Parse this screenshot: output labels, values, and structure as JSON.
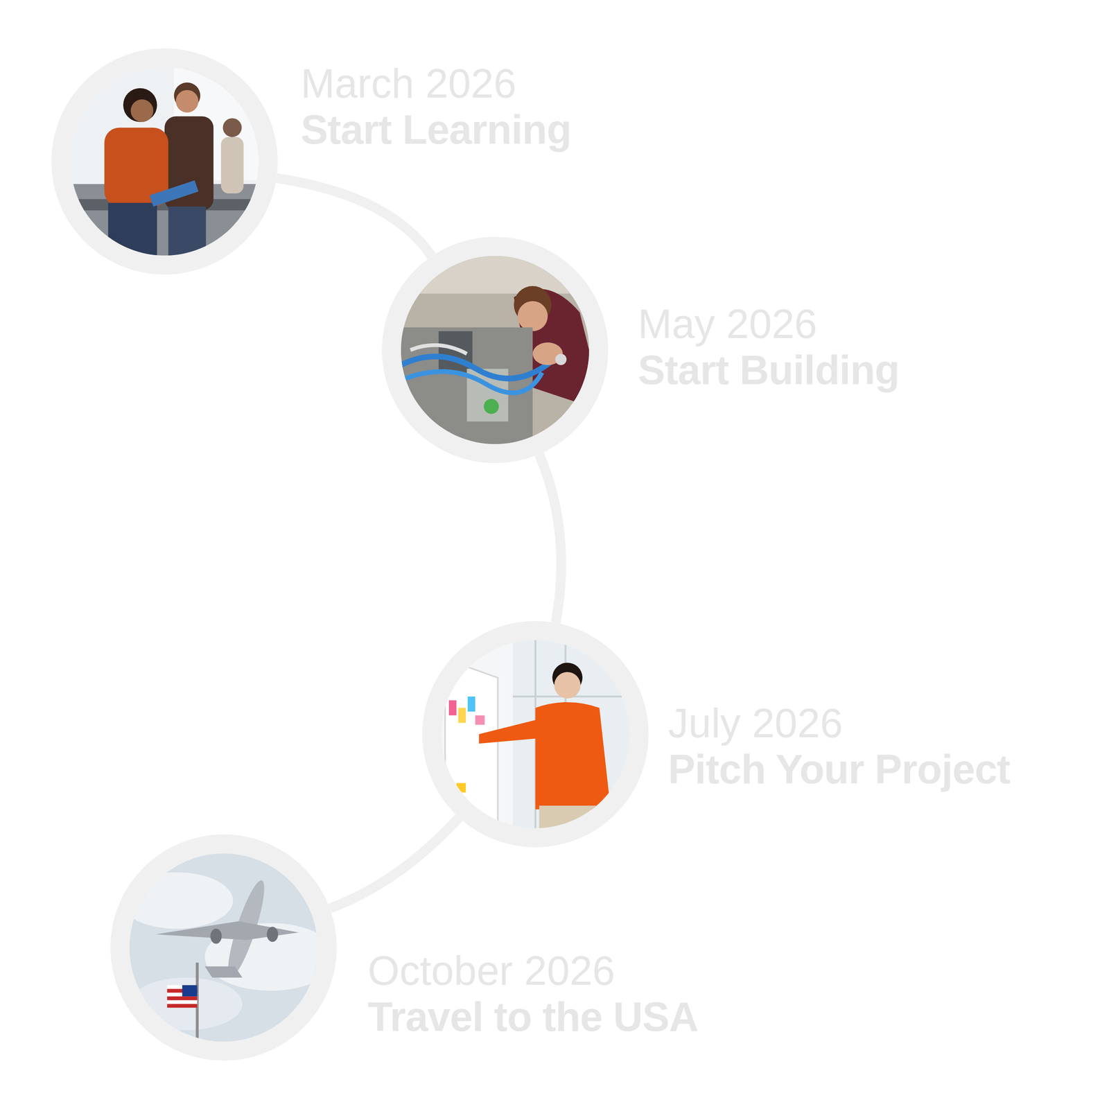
{
  "diagram": {
    "nodes": [
      {
        "text": [
          "March 2026",
          "Start Learning"
        ]
      },
      {
        "text": [
          "May 2026",
          "Start Building"
        ]
      },
      {
        "text": [
          "July 2026",
          "Pitch Your Project"
        ]
      },
      {
        "text": [
          "October 2026",
          "Travel to the USA"
        ]
      }
    ],
    "edges": [
      {
        "from": 0,
        "to": 1,
        "arrow": "none"
      },
      {
        "from": 1,
        "to": 2,
        "arrow": "none"
      },
      {
        "from": 2,
        "to": 3,
        "arrow": "none"
      }
    ]
  }
}
